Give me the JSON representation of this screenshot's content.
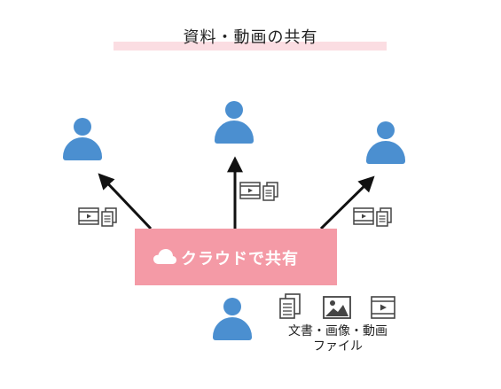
{
  "title": "資料・動画の共有",
  "cloud": {
    "label": "クラウドで共有",
    "icon": "cloud-icon"
  },
  "files_caption": {
    "line1": "文書・画像・動画",
    "line2": "ファイル"
  },
  "colors": {
    "person": "#4b8fd0",
    "cloud_box": "#f49aa6",
    "title_highlight": "#fbdde2"
  },
  "icons": [
    "user-icon",
    "video-icon",
    "document-icon",
    "image-icon",
    "arrow-icon"
  ]
}
